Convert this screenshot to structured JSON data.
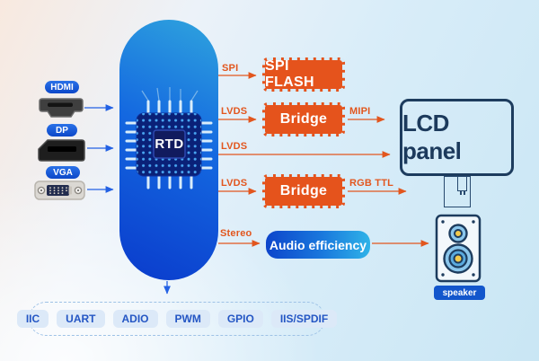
{
  "diagram": {
    "chip": {
      "label": "RTD"
    },
    "inputs": [
      {
        "label": "HDMI"
      },
      {
        "label": "DP"
      },
      {
        "label": "VGA"
      }
    ],
    "bus_labels": {
      "spi": "SPI",
      "lvds_top": "LVDS",
      "lvds_mid": "LVDS",
      "lvds_bottom": "LVDS",
      "mipi": "MIPI",
      "rgb_ttl": "RGB TTL",
      "stereo": "Stereo"
    },
    "blocks": {
      "spi_flash": "SPI FLASH",
      "bridge_top": "Bridge",
      "bridge_bottom": "Bridge",
      "audio": "Audio efficiency",
      "lcd": "LCD panel",
      "speaker": "speaker"
    },
    "peripherals": [
      "IIC",
      "UART",
      "ADIO",
      "PWM",
      "GPIO",
      "IIS/SPDIF"
    ]
  },
  "colors": {
    "accent_orange": "#e5531c",
    "orange_text": "#e2561e",
    "arrow_blue": "#2361e4",
    "navy_outline": "#1d3c5e",
    "badge_blue": "#1256cc",
    "pill_gradient_top": "#2fa4de",
    "pill_gradient_bottom": "#0a3bcc",
    "speaker_cone_blue": "#8ac6ec",
    "speaker_cone_yellow": "#f2c94c"
  }
}
